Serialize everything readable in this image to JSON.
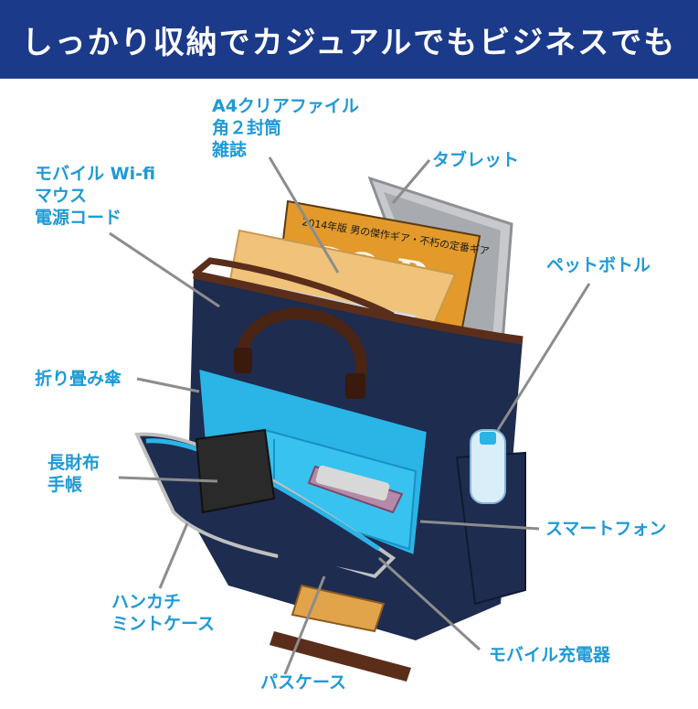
{
  "header": {
    "title": "しっかり収納でカジュアルでもビジネスでも",
    "background": "#1b3a8a",
    "text_color": "#ffffff"
  },
  "colors": {
    "label": "#1f9ad6",
    "leader_line": "#8c8c8c",
    "bag_navy": "#1d2c4f",
    "lining_cyan": "#2bb4e6",
    "leather_brown": "#5a2e1a"
  },
  "labels": {
    "a4_file": [
      "A4クリアファイル",
      "角２封筒",
      "雑誌"
    ],
    "mobile_wifi": [
      "モバイル Wi-fi",
      "マウス",
      "電源コード"
    ],
    "tablet": [
      "タブレット"
    ],
    "pet_bottle": [
      "ペットボトル"
    ],
    "umbrella": [
      "折り畳み傘"
    ],
    "wallet": [
      "長財布",
      "手帳"
    ],
    "smartphone": [
      "スマートフォン"
    ],
    "handkerchief": [
      "ハンカチ",
      "ミントケース"
    ],
    "charger": [
      "モバイル充電器"
    ],
    "pass_case": [
      "パスケース"
    ]
  },
  "magazine": {
    "year_text": "2014年版 男の傑作ギア・不朽の定番ギア"
  }
}
